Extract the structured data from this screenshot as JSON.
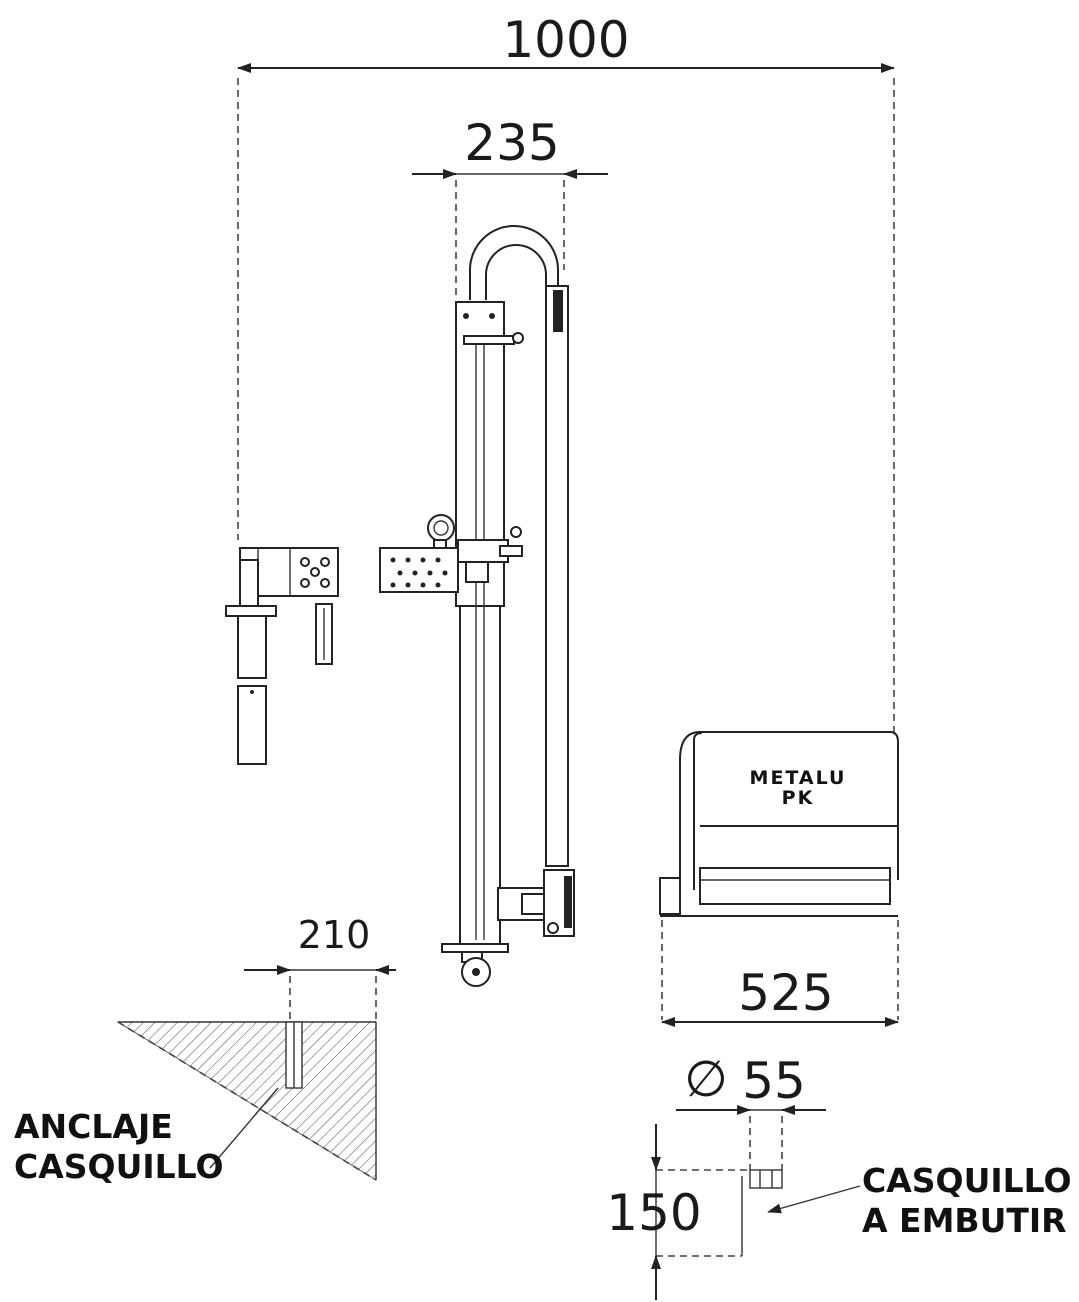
{
  "dimensions": {
    "total_width": "1000",
    "column_width": "235",
    "anchor_width": "210",
    "seat_width": "525",
    "sleeve_diameter": "55",
    "sleeve_depth": "150"
  },
  "symbols": {
    "diameter": "∅"
  },
  "labels": {
    "anchor_line1": "ANCLAJE",
    "anchor_line2": "CASQUILLO",
    "sleeve_line1": "CASQUILLO",
    "sleeve_line2": "A EMBUTIR",
    "brand_line1": "METALU",
    "brand_line2": "PK"
  }
}
